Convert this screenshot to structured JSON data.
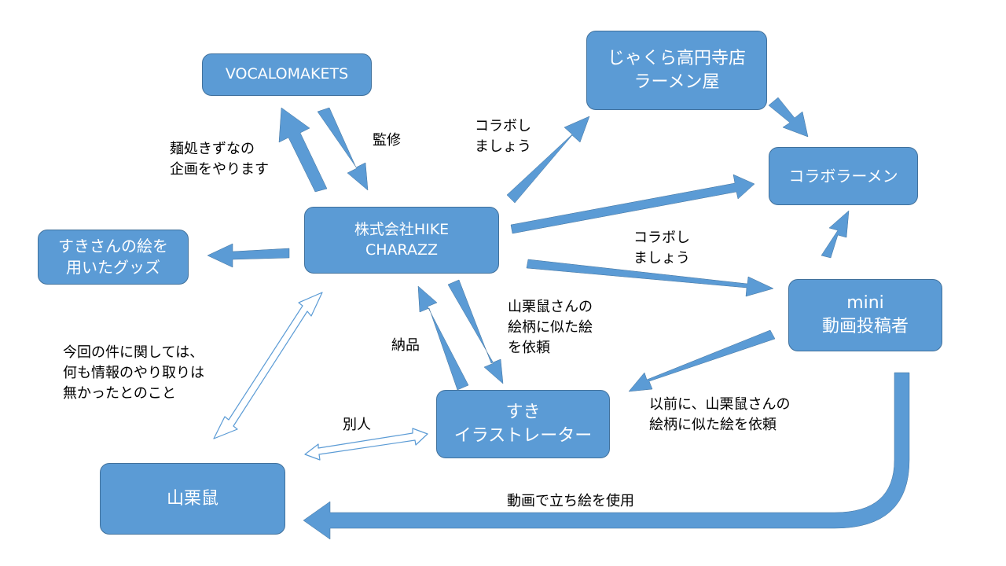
{
  "colors": {
    "node_fill": "#5b9bd5",
    "node_border": "#41719c",
    "node_text": "#ffffff",
    "arrow_fill": "#5b9bd5",
    "outline_arrow_fill": "#ffffff",
    "label_text": "#000000"
  },
  "nodes": {
    "vocalomakets": {
      "lines": [
        "VOCALOMAKETS"
      ]
    },
    "hike": {
      "lines": [
        "株式会社HIKE",
        "CHARAZZ"
      ]
    },
    "ramen_shop": {
      "lines": [
        "じゃくら高円寺店",
        "ラーメン屋"
      ]
    },
    "collab_ramen": {
      "lines": [
        "コラボラーメン"
      ]
    },
    "goods": {
      "lines": [
        "すきさんの絵を",
        "用いたグッズ"
      ]
    },
    "mini": {
      "lines": [
        "mini",
        "動画投稿者"
      ]
    },
    "suki": {
      "lines": [
        "すき",
        "イラストレーター"
      ]
    },
    "yamaguri": {
      "lines": [
        "山栗鼠"
      ]
    }
  },
  "labels": {
    "plan": [
      "麺処きずなの",
      "企画をやります"
    ],
    "supervise": [
      "監修"
    ],
    "collab_top": [
      "コラボし",
      "ましょう"
    ],
    "collab_mid": [
      "コラボし",
      "ましょう"
    ],
    "request": [
      "山栗鼠さんの",
      "絵柄に似た絵",
      "を依頼"
    ],
    "delivery": [
      "納品"
    ],
    "no_exchange": [
      "今回の件に関しては、",
      "何も情報のやり取りは",
      "無かったとのこと"
    ],
    "different_person": [
      "別人"
    ],
    "previous_request": [
      "以前に、山栗鼠さんの",
      "絵柄に似た絵を依頼"
    ],
    "video_use": [
      "動画で立ち絵を使用"
    ]
  }
}
